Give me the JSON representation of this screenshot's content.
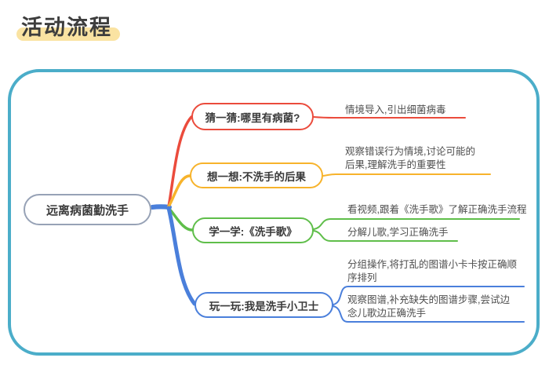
{
  "page": {
    "title": "活动流程"
  },
  "colors": {
    "red": "#EB4B3C",
    "orange": "#F7B32B",
    "green": "#5FBE4A",
    "blue": "#4A7FDB",
    "teal": "#4BADC9",
    "root_border": "#97A2B6",
    "highlight": "#FAE3A2",
    "title_text": "#3D3D3D"
  },
  "mindmap": {
    "root_label": "远离病菌勤洗手",
    "branches": [
      {
        "label": "猜一猜:哪里有病菌?",
        "notes": [
          "情境导入,引出细菌病毒"
        ]
      },
      {
        "label": "想一想:不洗手的后果",
        "notes": [
          "观察错误行为情境,讨论可能的\n后果,理解洗手的重要性"
        ]
      },
      {
        "label": "学一学:《洗手歌》",
        "notes": [
          "看视频,跟着《洗手歌》了解正确洗手流程",
          "分解儿歌,学习正确洗手"
        ]
      },
      {
        "label": "玩一玩:我是洗手小卫士",
        "notes": [
          "分组操作,将打乱的图谱小卡卡按正确顺\n序排列",
          "观察图谱,补充缺失的图谱步骤,尝试边\n念儿歌边正确洗手"
        ]
      }
    ]
  }
}
